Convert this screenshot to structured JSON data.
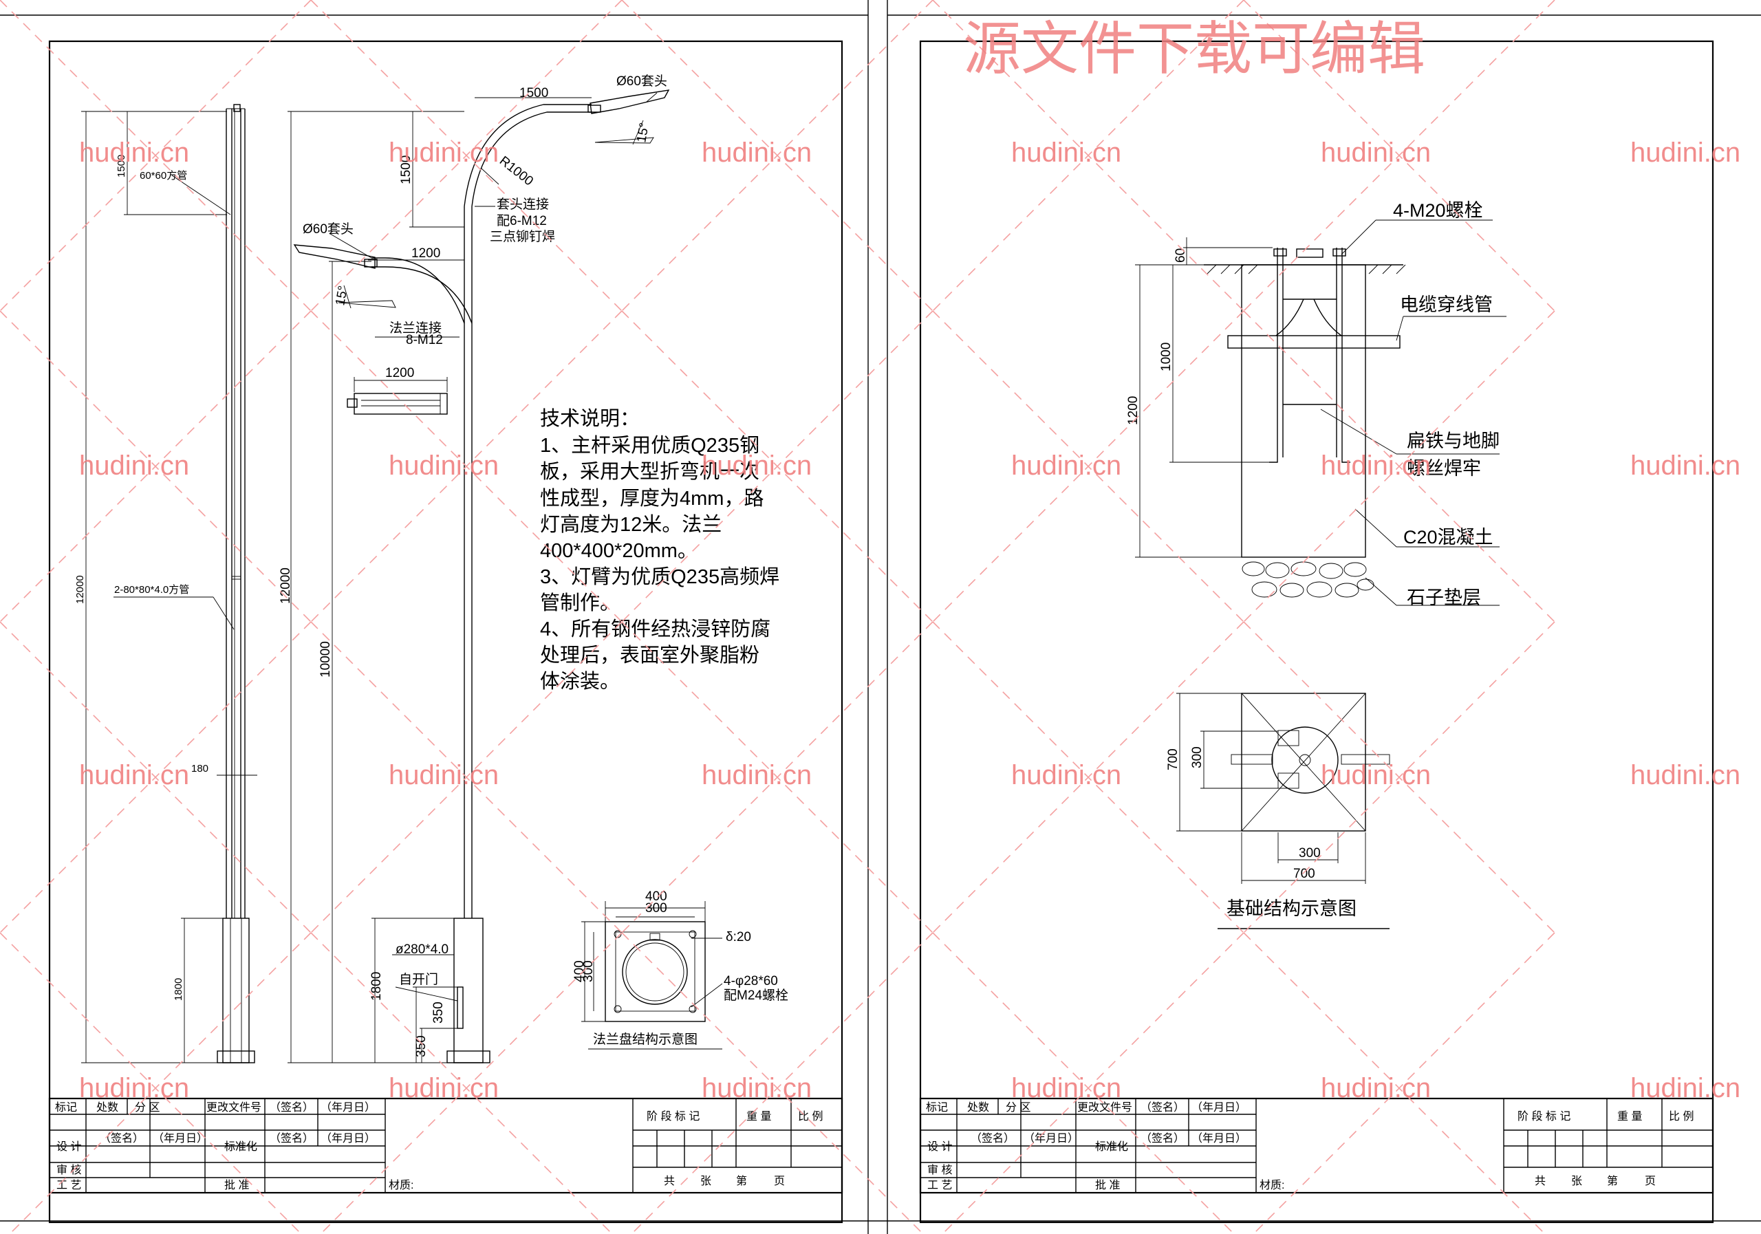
{
  "watermark": {
    "text": "hudini.cn",
    "banner": "源文件下载可编辑"
  },
  "left_sheet": {
    "pole_a": {
      "label_square_tube": "60*60方管",
      "dim_top": "1500",
      "dim_total": "12000",
      "label_main_tube": "2-80*80*4.0方管",
      "dim_width": "180",
      "dim_base": "1800"
    },
    "pole_b": {
      "dim_upper_arm": "1500",
      "label_upper_sleeve": "Ø60套头",
      "label_radius": "R1000",
      "dim_upper_height": "1500",
      "label_sleeve_connect": "套头连接",
      "label_sleeve_bolts": "配6-M12",
      "label_sleeve_weld": "三点铆钉焊",
      "label_lower_sleeve": "Ø60套头",
      "dim_lower_arm": "1200",
      "label_angle_upper": "15°",
      "label_angle_lower": "15°",
      "label_flange_connect": "法兰连接",
      "label_flange_bolts": "8-M12",
      "dim_lamp_width": "1200",
      "dim_total": "12000",
      "dim_mid": "10000",
      "label_base_tube": "ø280*4.0",
      "label_door": "自开门",
      "dim_base": "1800",
      "dim_door_height": "350",
      "dim_door_bottom": "350"
    },
    "notes": {
      "title": "技术说明：",
      "lines": [
        "1、主杆采用优质Q235钢",
        "板，采用大型折弯机一次",
        "性成型，厚度为4mm，路",
        "灯高度为12米。法兰",
        "400*400*20mm。",
        "3、灯臂为优质Q235高频焊",
        "管制作。",
        "4、所有钢件经热浸锌防腐",
        "处理后，表面室外聚脂粉",
        "体涂装。"
      ]
    },
    "flange": {
      "dim_outer": "400",
      "dim_inner": "300",
      "dim_side_outer": "400",
      "dim_side_inner": "300",
      "label_thickness": "δ:20",
      "label_holes": "4-φ28*60",
      "label_bolts": "配M24螺栓",
      "caption": "法兰盘结构示意图"
    },
    "title_block": {
      "r1": [
        "标记",
        "处数",
        "分 区",
        "更改文件号",
        "（签名）",
        "（年月日）"
      ],
      "r2": [
        "设 计",
        "（签名）",
        "（年月日）",
        "标准化",
        "（签名）",
        "（年月日）"
      ],
      "r3": [
        "审 核"
      ],
      "r4": [
        "工 艺",
        "批 准"
      ],
      "material": "材质:",
      "stage": [
        "阶 段 标 记",
        "重 量",
        "比 例"
      ],
      "pages": [
        "共",
        "张",
        "第",
        "页"
      ]
    }
  },
  "right_sheet": {
    "foundation": {
      "label_bolts": "4-M20螺栓",
      "label_cable_pipe": "电缆穿线管",
      "label_weld_1": "扁铁与地脚",
      "label_weld_2": "螺丝焊牢",
      "label_concrete": "C20混凝土",
      "label_gravel": "石子垫层",
      "dim_top": "60",
      "dim_inner": "1000",
      "dim_depth": "1200"
    },
    "plan": {
      "dim_side_outer": "700",
      "dim_side_inner": "300",
      "dim_bottom_inner": "300",
      "dim_bottom_outer": "700",
      "caption": "基础结构示意图"
    },
    "title_block": {
      "r1": [
        "标记",
        "处数",
        "分 区",
        "更改文件号",
        "（签名）",
        "（年月日）"
      ],
      "r2": [
        "设 计",
        "（签名）",
        "（年月日）",
        "标准化",
        "（签名）",
        "（年月日）"
      ],
      "r3": [
        "审 核"
      ],
      "r4": [
        "工 艺",
        "批 准"
      ],
      "material": "材质:",
      "stage": [
        "阶 段 标 记",
        "重 量",
        "比 例"
      ],
      "pages": [
        "共",
        "张",
        "第",
        "页"
      ]
    }
  }
}
